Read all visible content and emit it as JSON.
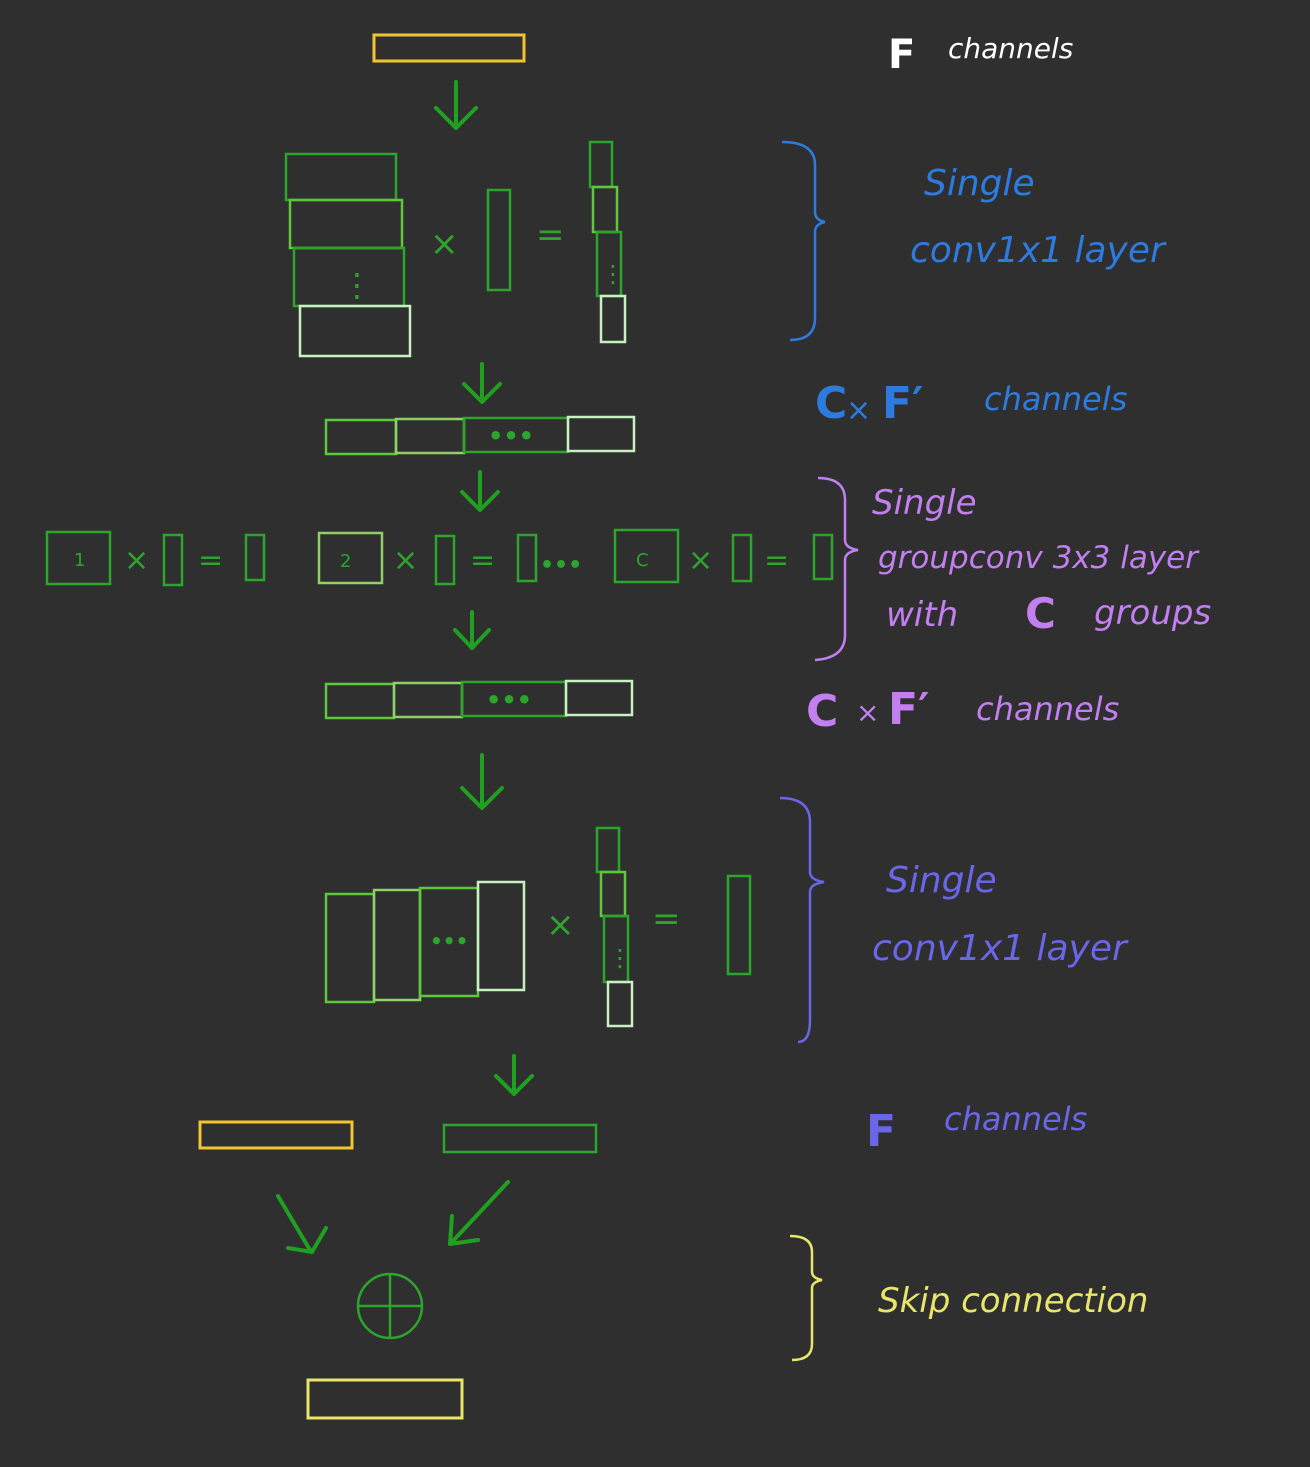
{
  "colors": {
    "background": "#2f2f2f",
    "yellow": "#f0c330",
    "lightyellow": "#e8e56a",
    "green": "#2da52d",
    "green2": "#5cc83a",
    "green3": "#8fd06a",
    "palegreen": "#c8f0c0",
    "blue": "#2e7be0",
    "periwinkle": "#6a66e8",
    "purple": "#c27ff0",
    "white": "#ffffff"
  },
  "labels": {
    "top_F": "F",
    "top_channels": "channels",
    "conv1_single": "Single",
    "conv1_layer": "conv1x1 layer",
    "cf1_C": "C",
    "cf1_x": "×",
    "cf1_F": "F′",
    "cf1_channels": "channels",
    "group_single": "Single",
    "group_layer": "groupconv 3x3 layer",
    "group_with": "with",
    "group_C": "C",
    "group_groups": "groups",
    "cf2_C": "C",
    "cf2_x": "×",
    "cf2_F": "F′",
    "cf2_channels": "channels",
    "conv2_single": "Single",
    "conv2_layer": "conv1x1 layer",
    "bottom_F": "F",
    "bottom_channels": "channels",
    "skip": "Skip connection"
  },
  "operators": {
    "times": "×",
    "equals": "=",
    "dots": "•••",
    "vdots": "⋮"
  },
  "group_boxes": [
    "1",
    "2",
    "C"
  ]
}
